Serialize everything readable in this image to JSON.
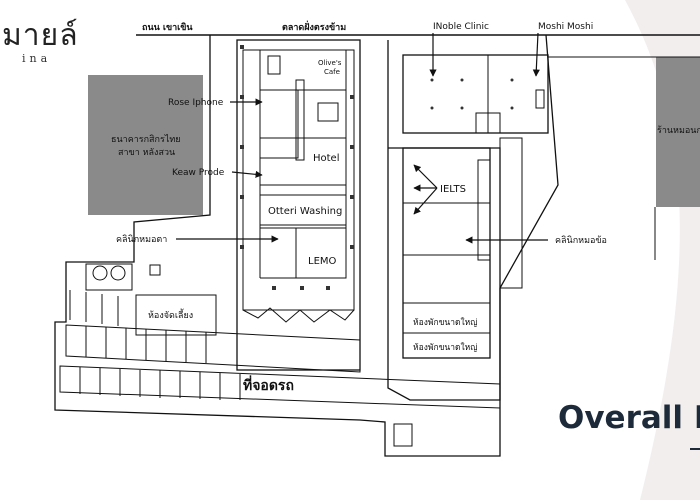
{
  "brand": {
    "main": "มายล์",
    "sub": "ina"
  },
  "streets": {
    "top_left": "ถนน เขาเขิน",
    "top_center": "ตลาดฝั่งตรงข้าม",
    "bottom_parking": "ที่จอดรถ"
  },
  "shops": {
    "inoble_clinic": "INoble Clinic",
    "moshi_moshi": "Moshi Moshi",
    "olives_cafe_line1": "Olive's",
    "olives_cafe_line2": "Cafe",
    "rose_iphone": "Rose Iphone",
    "keaw_prode": "Keaw Prode",
    "hotel": "Hotel",
    "otteri_washing": "Otteri Washing",
    "eye_clinic": "คลินิกหมอตา",
    "lemo": "LEMO",
    "ielts": "IELTS",
    "bone_clinic": "คลินิกหมอข้อ",
    "bank_line1": "ธนาคารกสิกรไทย",
    "bank_line2": "สาขา หลังสวน",
    "room_small": "ห้องจัดเลี้ยง",
    "room_large_1": "ห้องพักขนาดใหญ่",
    "room_large_2": "ห้องพักขนาดใหญ่",
    "right_shop": "ร้านหมอนก"
  },
  "title": "Overall P",
  "colors": {
    "building_gray": "#8a8a8a",
    "line": "#111111",
    "title": "#1d2a3a"
  }
}
